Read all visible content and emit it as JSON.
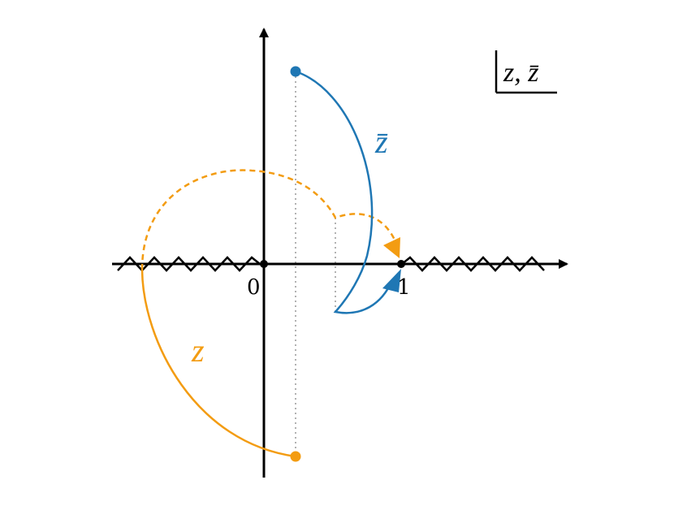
{
  "labels": {
    "origin": "0",
    "one": "1",
    "z_label": "z",
    "zbar_label": "z̄",
    "corner_label": "z, z̄"
  },
  "colors": {
    "axis": "#000000",
    "z_path": "#f39c12",
    "zbar_path": "#1f77b4",
    "guide": "#999999"
  }
}
